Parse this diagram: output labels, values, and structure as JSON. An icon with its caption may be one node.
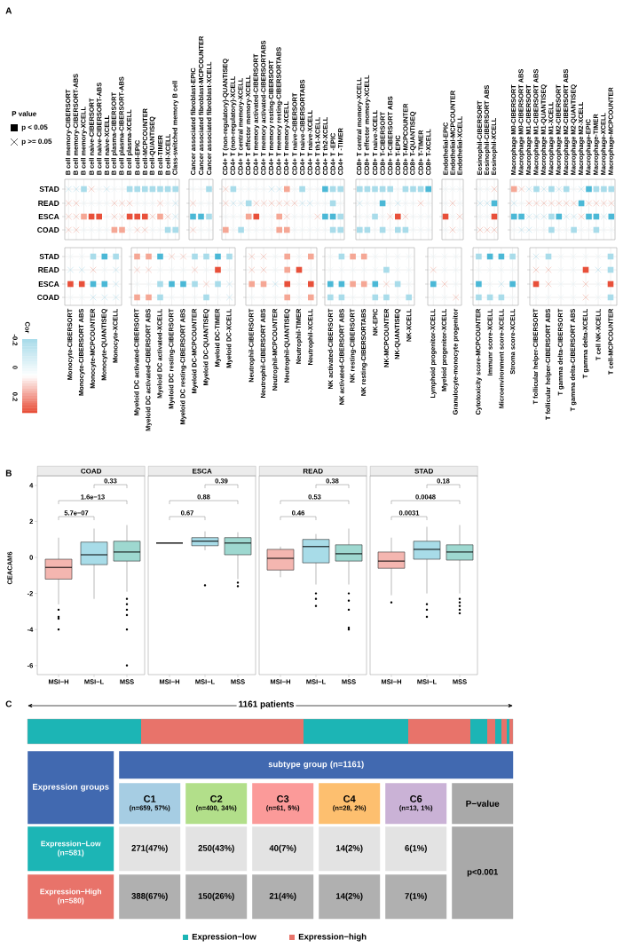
{
  "diagram": {
    "labels": [
      "A",
      "P value",
      "B cell memory-CIBERSORT",
      "B cell memory-CIBERSORT-ABS",
      "B cell memory-XCELL",
      "B cell naive-CIBERSORT",
      "B cell naive-CIBERSORT-ABS",
      "B cell naive-XCELL",
      "B cell plasma-CIBERSORT",
      "B cell plasma-CIBERSORT-ABS",
      "B cell plasma-XCELL",
      "B cell-EPIC",
      "B cell-MCPCOUNTER",
      "B cell-QUANTISEQ",
      "B cell-TIMER",
      "B cell-XCELL",
      "Class-switched memory B cell",
      "Cancer associated fibroblast-EPIC",
      "Cancer associated fibroblast-MCPCOUNTER",
      "Cancer associated fibroblast-XCELL",
      "CD4+ T (non-regulatory)-QUANTISEQ",
      "CD4+ T (non-regulatory)-XCELL",
      "CD4+ T central memory-XCELL",
      "CD4+ T effector memory-XCELL",
      "CD4+ T memory activated-CIBERSORT",
      "CD4+ T memory activated-CIBERSORTABS",
      "CD4+ T memory resting-CIBERSORT",
      "CD4+ T memory resting-CIBERSORTABS",
      "CD4+ T memory-XCELL",
      "CD4+ T naive-CIBERSORT",
      "CD4+ T naive-CIBERSORTABS",
      "CD4+ T naive-XCELL",
      "CD4+ T th1-XCELL",
      "CD4+ T th2-XCELL",
      "CD4+ T -EPIC",
      "CD4+ T -TIMER",
      "CD8+ T central momory-XCELL",
      "CD8+ T effector momory-XCELL",
      "CD8+ T naive-XCELL",
      "CD8+ T-CIBERSORT",
      "CD8+ T-CIBERSORT ABS",
      "CD8+ T-EPIC",
      "CD8+ T-MCPCOUNTER",
      "CD8+ T-QUANTISEQ",
      "CD8+ T-TIMER",
      "CD8+ T-XCELL",
      "Endothelial-EPIC",
      "Endothelial-MCPCOUNTER",
      "Endothelial-XCELL",
      "Eosinophil-CIBERSORT",
      "Eosinophil-CIBERSORT ABS",
      "Eosinophil-XCELL",
      "Macrophage M0-CIBERSORT",
      "Macrophage M0-CIBERSORT ABS",
      "Macrophage M1-CIBERSORT",
      "Macrophage M1-CIBERSORT ABS",
      "Macrophage M1-QUANTISEQ",
      "Macrophage M1-XCELL",
      "Macrophage M2-CIBERSORT",
      "Macrophage M2-CIBERSORT ABS",
      "Macrophage M2-QUANTISEQ",
      "Macrophage M2-XCELL",
      "Macrophage-EPIC",
      "Macrophage-TIMER",
      "Macrophage-XCELL",
      "Macrophage-MCPCOUNTER",
      "STAD",
      "READ",
      "ESCA",
      "COAD",
      "STAD",
      "READ",
      "ESCA",
      "COAD",
      "Cor",
      "-0.2",
      "0",
      "0.2",
      "Monocyte-CIBERSORT",
      "Monocyte-CIBERSORT ABS",
      "Monocyte-MCPCOUNTER",
      "Monocyte-QUANTISEQ",
      "Monocyte-XCELL",
      "Myeloid DC activated-CIBERSORT",
      "Myeloid DC activated-CIBERSORT ABS",
      "Myeloid DC activated-XCELL",
      "Myeloid DC resting-CIBERSORT",
      "Myeloid DC resting-CIBERSORT ABS",
      "Myeloid DC-MCPCOUNTER",
      "Myeloid DC-QUANTISEQ",
      "Myeloid DC-TIMER",
      "Myeloid DC-XCELL",
      "Neutrophil-CIBERSORT",
      "Neutrophil-CIBERSORT ABS",
      "Neutrophil-MCPCOUNTER",
      "Neutrophil-QUANTISEQ",
      "Neutrophil-TIMER",
      "Neutrophil-XCELL",
      "NK activated-CIBERSORT",
      "NK activated-CIBERSORT ABS",
      "NK resting-CIBERSORT",
      "NK resting-CIBERSORTABS",
      "NK-EPIC",
      "NK-MCPCOUNTER",
      "NK-QUANTISEQ",
      "NK-XCELL",
      "Lymphoid progenitor-XCELL",
      "Myeloid progenitor-XCELL",
      "Granulocyte-monocyte progenitor",
      "Cytotoxicity score-MCPCOUNTER",
      "Immunr score-XCELL",
      "Microenvironment score-XCELL",
      "Stroma score-XCELL",
      "T follicular helper-CIBERSORT",
      "T follicular helper-CIBERSORT ABS",
      "T gamma delta-CIBERSORT",
      "T gamma delta-CIBERSORT ABS",
      "T gamma delta-XCELL",
      "T cell NK-XCELL",
      "T cell-MCPCOUNTER",
      "B",
      "COAD",
      "ESCA",
      "READ",
      "STAD",
      "CEACAM6",
      "4",
      "2",
      "0",
      "-2",
      "-4",
      "-6",
      "0.33",
      "1.6e−13",
      "5.7e−07",
      "0.39",
      "0.88",
      "0.67",
      "0.38",
      "0.53",
      "0.46",
      "0.18",
      "0.0048",
      "0.0031",
      "MSI−H",
      "MSI−L",
      "MSS",
      "MSI−H",
      "MSI−L",
      "MSS",
      "MSI−H",
      "MSI−L",
      "MSS",
      "MSI−H",
      "MSI−L",
      "MSS",
      "C",
      "1161 patients",
      "Expression groups",
      "subtype group (n=1161)",
      "C1",
      "(n=659, 57%)",
      "C2",
      "(n=400, 34%)",
      "C3",
      "(n=61, 5%)",
      "C4",
      "(n=28, 2%)",
      "C6",
      "(n=13, 1%)",
      "P−value",
      "Expression−Low",
      "(n=581)",
      "271(47%)",
      "250(43%)",
      "40(7%)",
      "14(2%)",
      "6(1%)",
      "p<0.001",
      "Expression−High",
      "(n=580)",
      "388(67%)",
      "150(26%)",
      "21(4%)",
      "14(2%)",
      "7(1%)"
    ],
    "legend": [
      {
        "text": "p < 0.05"
      },
      {
        "text": "p >= 0.05"
      },
      {
        "text": "Expression−low",
        "color": "#1cb5b5"
      },
      {
        "text": "Expression−high",
        "color": "#e8736a"
      }
    ]
  }
}
